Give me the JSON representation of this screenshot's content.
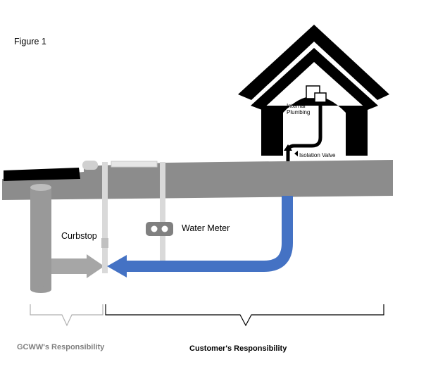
{
  "figure_label": "Figure 1",
  "labels": {
    "internal_plumbing_line1": "Internal",
    "internal_plumbing_line2": "Plumbing",
    "isolation_valve": "Isolation Valve",
    "curbstop": "Curbstop",
    "water_meter": "Water Meter",
    "gcww_responsibility": "GCWW's Responsibility",
    "customer_responsibility": "Customer's Responsibility"
  },
  "colors": {
    "ground": "#8c8c8c",
    "street": "#000000",
    "main_pipe": "#a6a6a6",
    "service_line": "#4472c4",
    "riser": "#d9d9d9",
    "house": "#000000",
    "gcww_text": "#808080",
    "customer_text": "#000000"
  }
}
